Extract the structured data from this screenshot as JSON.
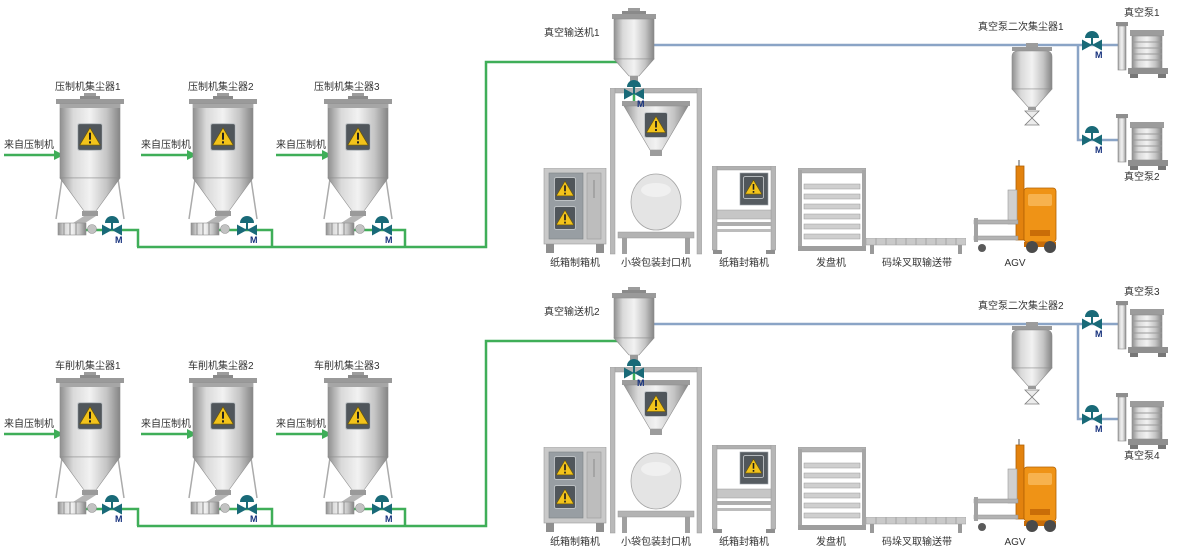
{
  "diagram": {
    "motor_label": "M",
    "colors": {
      "pipe_green": "#3fae58",
      "pipe_blue": "#8aa4c6",
      "valve_teal": "#196a78",
      "warning_yellow": "#f2c31b",
      "agv_orange": "#ef9316"
    },
    "lines": [
      {
        "collectors": [
          {
            "name": "压制机集尘器1",
            "source": "来自压制机"
          },
          {
            "name": "压制机集尘器2",
            "source": "来自压制机"
          },
          {
            "name": "压制机集尘器3",
            "source": "来自压制机"
          }
        ],
        "conveyor": "真空输送机1",
        "secondary_collector": "真空泵二次集尘器1",
        "pumps": [
          "真空泵1",
          "真空泵2"
        ],
        "equipment": [
          "纸箱制箱机",
          "小袋包装封口机",
          "纸箱封箱机",
          "发盘机",
          "码垛叉取输送带",
          "AGV"
        ]
      },
      {
        "collectors": [
          {
            "name": "车削机集尘器1",
            "source": "来自压制机"
          },
          {
            "name": "车削机集尘器2",
            "source": "来自压制机"
          },
          {
            "name": "车削机集尘器3",
            "source": "来自压制机"
          }
        ],
        "conveyor": "真空输送机2",
        "secondary_collector": "真空泵二次集尘器2",
        "pumps": [
          "真空泵3",
          "真空泵4"
        ],
        "equipment": [
          "纸箱制箱机",
          "小袋包装封口机",
          "纸箱封箱机",
          "发盘机",
          "码垛叉取输送带",
          "AGV"
        ]
      }
    ]
  }
}
